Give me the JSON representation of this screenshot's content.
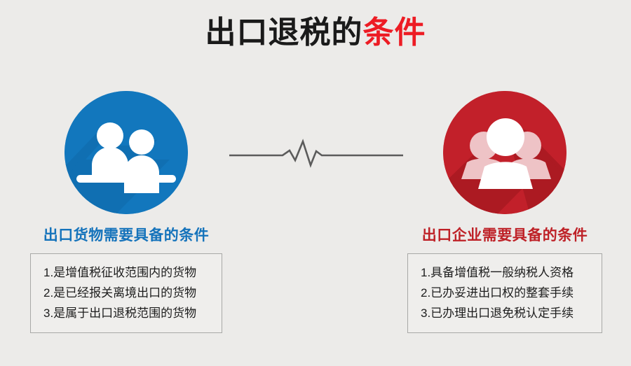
{
  "slide": {
    "background_color": "#ecebe9",
    "title": {
      "main": "出口退税的",
      "accent": "条件",
      "main_color": "#1a1a1a",
      "accent_color": "#ed1c24"
    },
    "connector": {
      "icon": "heartbeat-pulse-line",
      "color": "#5b5b5b"
    },
    "columns": [
      {
        "id": "goods",
        "icon": "two-people-icon",
        "badge_color": "#1277bd",
        "heading": "出口货物需要具备的条件",
        "heading_color": "#1573bb",
        "items": [
          "1.是增值税征收范围内的货物",
          "2.是已经报关离境出口的货物",
          "3.是属于出口退税范围的货物"
        ]
      },
      {
        "id": "enterprise",
        "icon": "group-of-people-icon",
        "badge_color": "#c2202a",
        "heading": "出口企业需要具备的条件",
        "heading_color": "#be2127",
        "items": [
          "1.具备增值税一般纳税人资格",
          "2.已办妥进出口权的整套手续",
          "3.已办理出口退免税认定手续"
        ]
      }
    ]
  }
}
